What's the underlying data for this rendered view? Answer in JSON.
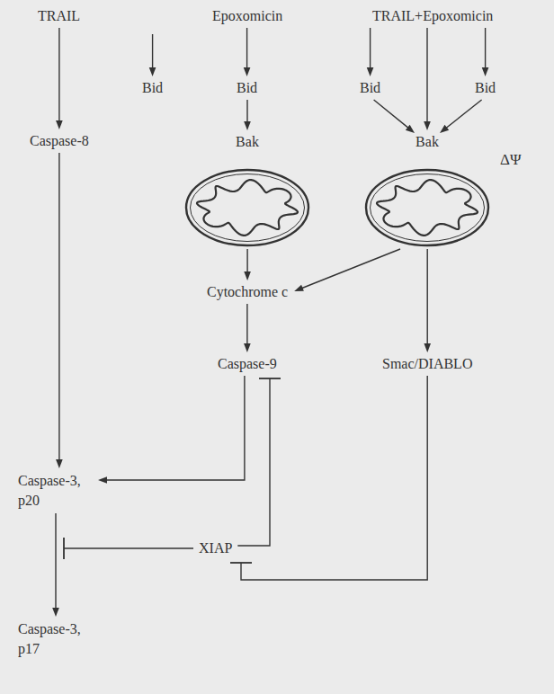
{
  "diagram": {
    "nodes": [
      {
        "text": [
          "TRAIL"
        ]
      },
      {
        "text": [
          "Epoxomicin"
        ]
      },
      {
        "text": [
          "TRAIL+Epoxomicin"
        ]
      },
      {
        "text": [
          "Bid"
        ]
      },
      {
        "text": [
          "Bid"
        ]
      },
      {
        "text": [
          "Bid"
        ]
      },
      {
        "text": [
          "Bid"
        ]
      },
      {
        "text": [
          "Caspase-8"
        ]
      },
      {
        "text": [
          "Bak"
        ]
      },
      {
        "text": [
          "Bak"
        ]
      },
      {
        "text": [
          "Cytochrome c"
        ]
      },
      {
        "text": [
          "Caspase-9"
        ]
      },
      {
        "text": [
          "Smac/DIABLO"
        ]
      },
      {
        "text": [
          "Caspase-3, p20"
        ]
      },
      {
        "text": [
          "XIAP"
        ]
      },
      {
        "text": [
          "Caspase-3, p17"
        ]
      }
    ],
    "edges": [
      {
        "from": 0,
        "to": 7,
        "arrow": "to"
      },
      {
        "from": 1,
        "to": 4,
        "arrow": "to"
      },
      {
        "from": 4,
        "to": 8,
        "arrow": "to"
      },
      {
        "from": 2,
        "to": 5,
        "arrow": "to"
      },
      {
        "from": 2,
        "to": 6,
        "arrow": "to"
      },
      {
        "from": 2,
        "to": 9,
        "arrow": "to"
      },
      {
        "from": 5,
        "to": 9,
        "arrow": "to"
      },
      {
        "from": 6,
        "to": 9,
        "arrow": "to"
      },
      {
        "from": 8,
        "to": 10,
        "arrow": "to"
      },
      {
        "from": 9,
        "to": 10,
        "arrow": "to"
      },
      {
        "from": 9,
        "to": 12,
        "arrow": "to"
      },
      {
        "from": 10,
        "to": 11,
        "arrow": "to"
      },
      {
        "from": 7,
        "to": 13,
        "arrow": "to"
      },
      {
        "from": 11,
        "to": 13,
        "arrow": "to"
      },
      {
        "from": 13,
        "to": 15,
        "arrow": "to"
      },
      {
        "from": 14,
        "to": 11,
        "arrow": "to"
      },
      {
        "from": 12,
        "to": 14,
        "arrow": "to"
      }
    ],
    "labels": [
      "ΔΨ"
    ]
  }
}
